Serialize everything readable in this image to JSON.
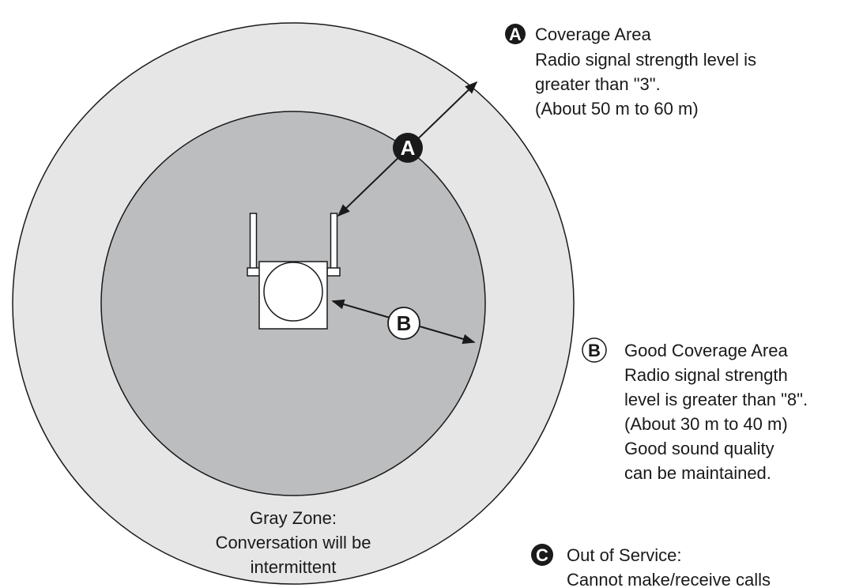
{
  "colors": {
    "outer_zone": "#e6e6e7",
    "inner_zone": "#bcbdbf",
    "outline": "#1a1a1a",
    "device_fill": "#ffffff",
    "badge_dark": "#1a1a1a",
    "badge_light": "#ffffff"
  },
  "icons": {
    "base_station": "base-station-icon",
    "arrow": "double-headed-arrow-icon"
  },
  "coverage_area": {
    "badge": "A",
    "title": "Coverage Area",
    "lines": [
      "Radio signal strength level is",
      "greater than \"3\".",
      "(About 50 m to 60 m)"
    ]
  },
  "good_coverage_area": {
    "badge": "B",
    "title": "Good Coverage Area",
    "lines": [
      "Radio signal strength",
      "level is greater than \"8\".",
      "(About 30 m to 40 m)",
      "Good sound quality",
      "can be maintained."
    ]
  },
  "gray_zone": {
    "lines": [
      "Gray Zone:",
      "Conversation will be",
      "intermittent"
    ]
  },
  "out_of_service": {
    "badge": "C",
    "lines": [
      "Out of Service:",
      "Cannot make/receive calls"
    ]
  },
  "arrow_a_label": "A",
  "arrow_b_label": "B"
}
